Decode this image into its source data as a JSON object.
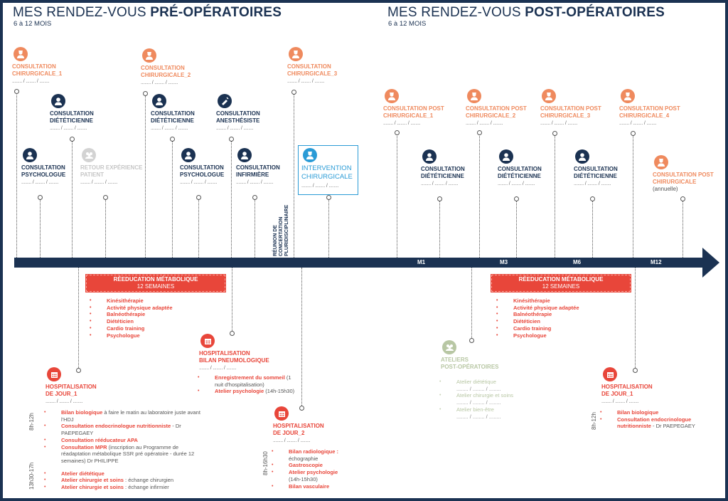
{
  "pre_header": {
    "title_light": "MES RENDEZ-VOUS ",
    "title_bold": "PRÉ-OPÉRATOIRES",
    "subtitle": "6 à 12 MOIS"
  },
  "post_header": {
    "title_light": "MES RENDEZ-VOUS ",
    "title_bold": "POST-OPÉRATOIRES",
    "subtitle": "6 à 12 MOIS"
  },
  "colors": {
    "navy": "#1b3252",
    "orange": "#ef8a5e",
    "red": "#e8463a",
    "blue": "#2a9bd6",
    "gray": "#c6c6c6",
    "green": "#b8c7a4"
  },
  "date_placeholder": "........ / ........ / ........",
  "top_events": [
    {
      "name": "consultation-chirurgicale-1",
      "lines": [
        "CONSULTATION",
        "CHIRURGICALE_1"
      ],
      "color": "orange",
      "icon": "surgeon-icon",
      "date": true
    },
    {
      "name": "consultation-dieteticienne-1",
      "lines": [
        "CONSULTATION",
        "DIÉTÉTICIENNE"
      ],
      "color": "navy",
      "icon": "doctor-icon",
      "date": true
    },
    {
      "name": "consultation-psychologue-1",
      "lines": [
        "CONSULTATION",
        "PSYCHOLOGUE"
      ],
      "color": "navy",
      "icon": "doctor-icon",
      "date": true
    },
    {
      "name": "retour-experience-patient",
      "lines": [
        "RETOUR EXPÉRIENCE",
        "PATIENT"
      ],
      "color": "gray",
      "icon": "group-icon",
      "date": true
    },
    {
      "name": "consultation-chirurgicale-2",
      "lines": [
        "CONSULTATION",
        "CHIRURGICALE_2"
      ],
      "color": "orange",
      "icon": "surgeon-icon",
      "date": true
    },
    {
      "name": "consultation-dieteticienne-2",
      "lines": [
        "CONSULTATION",
        "DIÉTÉTICIENNE"
      ],
      "color": "navy",
      "icon": "doctor-icon",
      "date": true
    },
    {
      "name": "consultation-psychologue-2",
      "lines": [
        "CONSULTATION",
        "PSYCHOLOGUE"
      ],
      "color": "navy",
      "icon": "doctor-icon",
      "date": true
    },
    {
      "name": "consultation-anesthesiste",
      "lines": [
        "CONSULTATION",
        "ANESTHÉSISTE"
      ],
      "color": "navy",
      "icon": "syringe-icon",
      "date": true
    },
    {
      "name": "consultation-infirmiere",
      "lines": [
        "CONSULTATION",
        "INFIRMIÈRE"
      ],
      "color": "navy",
      "icon": "doctor-icon",
      "date": true
    },
    {
      "name": "consultation-chirurgicale-3",
      "lines": [
        "CONSULTATION",
        "CHIRURGICALE_3"
      ],
      "color": "orange",
      "icon": "surgeon-icon",
      "date": true
    },
    {
      "name": "intervention-chirurgicale",
      "lines": [
        "INTERVENTION",
        "CHIRURGICALE"
      ],
      "color": "blue",
      "icon": "surgeon-icon",
      "date": true
    },
    {
      "name": "consultation-post-chirurgicale-1",
      "lines": [
        "CONSULTATION POST",
        "CHIRURGICALE_1"
      ],
      "color": "orange",
      "icon": "surgeon-icon",
      "date": true
    },
    {
      "name": "consultation-dieteticienne-post-1",
      "lines": [
        "CONSULTATION",
        "DIÉTÉTICIENNE"
      ],
      "color": "navy",
      "icon": "doctor-icon",
      "date": true
    },
    {
      "name": "consultation-post-chirurgicale-2",
      "lines": [
        "CONSULTATION POST",
        "CHIRURGICALE_2"
      ],
      "color": "orange",
      "icon": "surgeon-icon",
      "date": true
    },
    {
      "name": "consultation-dieteticienne-post-2",
      "lines": [
        "CONSULTATION",
        "DIÉTÉTICIENNE"
      ],
      "color": "navy",
      "icon": "doctor-icon",
      "date": true
    },
    {
      "name": "consultation-post-chirurgicale-3",
      "lines": [
        "CONSULTATION POST",
        "CHIRURGICALE_3"
      ],
      "color": "orange",
      "icon": "surgeon-icon",
      "date": true
    },
    {
      "name": "consultation-dieteticienne-post-3",
      "lines": [
        "CONSULTATION",
        "DIÉTÉTICIENNE"
      ],
      "color": "navy",
      "icon": "doctor-icon",
      "date": true
    },
    {
      "name": "consultation-post-chirurgicale-4",
      "lines": [
        "CONSULTATION POST",
        "CHIRURGICALE_4"
      ],
      "color": "orange",
      "icon": "surgeon-icon",
      "date": true
    },
    {
      "name": "consultation-post-chirurgicale-annuelle",
      "lines": [
        "CONSULTATION POST",
        "CHIRURGICALE"
      ],
      "note": "(annuelle)",
      "color": "orange",
      "icon": "surgeon-icon",
      "date": false
    }
  ],
  "rcp_label": [
    "RÉUNION DE",
    "CONCERTATION",
    "PLURIDISCIPLINAIRE"
  ],
  "timeline_marks": [
    "M1",
    "M3",
    "M6",
    "M12"
  ],
  "reeducation": {
    "title": "RÉEDUCATION MÉTABOLIQUE",
    "duration": "12 SEMAINES",
    "items": [
      "Kinésithérapie",
      "Activité physique adaptée",
      "Balnéothérapie",
      "Diététicien",
      "Cardio training",
      "Psychologue"
    ]
  },
  "reeducation_post": {
    "title": "RÉEDUCATION MÉTABOLIQUE",
    "duration": "12 SEMAINES",
    "items": [
      "Kinésithérapie",
      "Activité physique adaptée",
      "Balnéothérapie",
      "Diététicien",
      "Cardio training",
      "Psychologue"
    ]
  },
  "bottom_events": [
    {
      "name": "hospitalisation-de-jour-1",
      "lines": [
        "HOSPITALISATION",
        "DE JOUR_1"
      ],
      "color": "red",
      "icon": "calendar-icon",
      "time_labels": [
        "8h-12h",
        "13h30-17h"
      ],
      "items": [
        [
          {
            "t": "Bilan biologique",
            "hl": true
          },
          {
            "t": " à faire le matin au laboratoire juste avant l'HDJ"
          }
        ],
        [
          {
            "t": "Consultation endocrinologue nutritionniste",
            "hl": true
          },
          {
            "t": " - Dr PAEPEGAEY"
          }
        ],
        [
          {
            "t": "Consultation rééducateur APA",
            "hl": true
          }
        ],
        [
          {
            "t": "Consultation MPR",
            "hl": true
          },
          {
            "t": " (inscription au Programme de réadaptation métabolique SSR pré opératoire - durée 12 semaines) Dr PHILIPPE"
          }
        ],
        [
          {
            "t": "Atelier diététique",
            "hl": true
          }
        ],
        [
          {
            "t": "Atelier chirurgie et soins",
            "hl": true
          },
          {
            "t": " : échange chirurgien"
          }
        ],
        [
          {
            "t": "Atelier chirurgie et soins",
            "hl": true
          },
          {
            "t": " : échange infirmier"
          }
        ]
      ]
    },
    {
      "name": "hospitalisation-bilan-pneumologique",
      "lines": [
        "HOSPITALISATION",
        "BILAN PNEUMOLOGIQUE"
      ],
      "color": "red",
      "icon": "calendar-icon",
      "time_labels": [],
      "items": [
        [
          {
            "t": "Enregistrement du sommeil",
            "hl": true
          },
          {
            "t": " (1 nuit d'hospitalisation)"
          }
        ],
        [
          {
            "t": "Atelier psychologie",
            "hl": true
          },
          {
            "t": " (14h-15h30)"
          }
        ]
      ]
    },
    {
      "name": "hospitalisation-de-jour-2",
      "lines": [
        "HOSPITALISATION",
        "DE JOUR_2"
      ],
      "color": "red",
      "icon": "calendar-icon",
      "time_labels": [
        "8h-16h30"
      ],
      "items": [
        [
          {
            "t": "Bilan radiologique :",
            "hl": true
          },
          {
            "t": " échographie"
          }
        ],
        [
          {
            "t": "Gastroscopie",
            "hl": true
          }
        ],
        [
          {
            "t": "Atelier psychologie",
            "hl": true
          },
          {
            "t": " (14h-15h30)"
          }
        ],
        [
          {
            "t": "Bilan vasculaire",
            "hl": true
          }
        ]
      ]
    },
    {
      "name": "ateliers-post-operatoires",
      "lines": [
        "ATELIERS",
        "POST-OPÉRATOIRES"
      ],
      "color": "green",
      "icon": "group-icon",
      "time_labels": [],
      "nodate": true,
      "items": [
        [
          {
            "t": "Atelier diététique",
            "hl": false
          },
          {
            "t": " ........ / ........ / ........"
          }
        ],
        [
          {
            "t": "Atelier chirurgie et soins",
            "hl": false
          },
          {
            "t": " ........ / ........ / ........"
          }
        ],
        [
          {
            "t": "Atelier bien-être",
            "hl": false
          },
          {
            "t": " ........ / ........ / ........"
          }
        ]
      ]
    },
    {
      "name": "hospitalisation-de-jour-1-post",
      "lines": [
        "HOSPITALISATION",
        "DE JOUR_1"
      ],
      "color": "red",
      "icon": "calendar-icon",
      "time_labels": [
        "8h-12h"
      ],
      "items": [
        [
          {
            "t": "Bilan biologique",
            "hl": true
          }
        ],
        [
          {
            "t": "Consultation endocrinologue nutritionniste",
            "hl": true
          },
          {
            "t": " - Dr PAEPEGAEY"
          }
        ]
      ]
    }
  ]
}
